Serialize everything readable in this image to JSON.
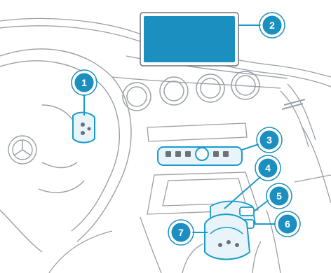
{
  "colors": {
    "line": "#9aa0a6",
    "line_dark": "#6b7177",
    "accent": "#1a9cc9",
    "accent_dark": "#0f7fa6",
    "badge_fill": "#1b8fc0",
    "badge_ring": "#ffffff",
    "screen_fill": "#1b8fc0"
  },
  "callouts": [
    {
      "number": "1",
      "target": "steering-wheel-touch-control",
      "icon": "number-badge"
    },
    {
      "number": "2",
      "target": "media-display",
      "icon": "number-badge"
    },
    {
      "number": "3",
      "target": "center-console-control-panel",
      "icon": "number-badge"
    },
    {
      "number": "4",
      "target": "touchpad-area",
      "icon": "number-badge"
    },
    {
      "number": "5",
      "target": "console-button",
      "icon": "number-badge"
    },
    {
      "number": "6",
      "target": "console-switch",
      "icon": "number-badge"
    },
    {
      "number": "7",
      "target": "touchpad",
      "icon": "number-badge"
    }
  ]
}
